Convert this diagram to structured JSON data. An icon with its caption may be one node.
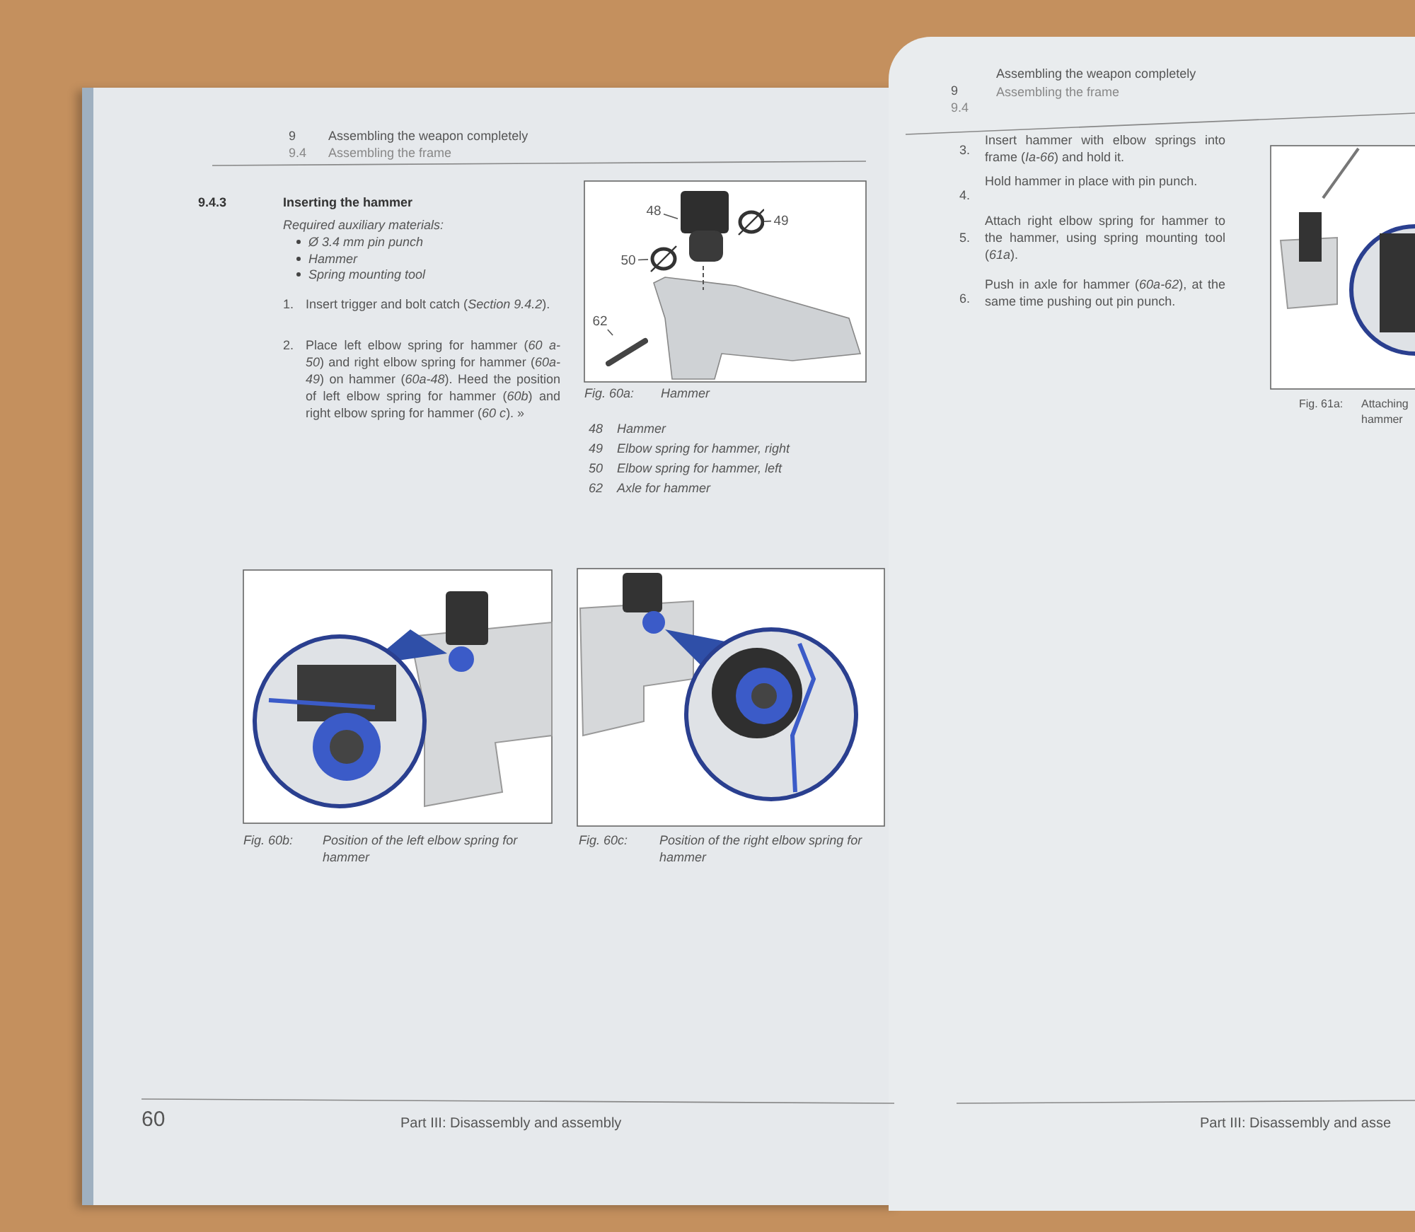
{
  "diagram": {
    "nodes": [
      {
        "text": [
          "48"
        ]
      },
      {
        "text": [],
        "shape": "box"
      },
      {
        "text": [
          "49"
        ]
      },
      {
        "text": [],
        "shape": "circle"
      },
      {
        "text": [
          "50"
        ]
      },
      {
        "text": [],
        "shape": "circle"
      },
      {
        "text": [
          "62"
        ]
      },
      {
        "text": [],
        "shape": "bar"
      }
    ],
    "edges": [
      {
        "from": 0,
        "to": 1,
        "arrow": "none"
      },
      {
        "from": 2,
        "to": 3,
        "arrow": "none"
      },
      {
        "from": 4,
        "to": 5,
        "arrow": "none"
      },
      {
        "from": 6,
        "to": 7,
        "arrow": "none"
      }
    ],
    "labels": [
      "9",
      "Assembling the weapon completely",
      "9.4",
      "Assembling the frame",
      "9.4.3",
      "Inserting the hammer",
      "Required auxiliary materials:",
      "Ø 3.4 mm pin punch",
      "Hammer",
      "Spring mounting tool",
      "1.",
      "Insert trigger and bolt catch (*Section 9.4.2*).",
      "2.",
      "Place left elbow spring for hammer (*60 a- 50*) and right elbow spring for hammer (*60a-49*) on hammer (*60a-48*). Heed the position of left elbow spring for hammer (*60b*) and right elbow spring for hammer (*60 c*). »",
      "Fig. 60a:",
      "Hammer",
      "48",
      "Hammer",
      "49",
      "Elbow spring for hammer, right",
      "50",
      "Elbow spring for hammer, left",
      "62",
      "Axle for hammer",
      "Fig. 60b:",
      "Position of the left elbow spring for hammer",
      "Fig. 60c:",
      "Position of the right elbow spring for hammer",
      "60",
      "Part III: Disassembly and assembly",
      "9",
      "Assembling the weapon completely",
      "9.4",
      "Assembling the frame",
      "3.",
      "Insert hammer with elbow springs into frame (*Ia-66*) and hold it.",
      "4.",
      "Hold hammer in place with pin punch.",
      "5.",
      "Attach right elbow spring for hammer to the hammer, using spring mounting tool (*61a*).",
      "6.",
      "Push in axle for hammer (*60a-62*), at the same time pushing out pin punch.",
      "Fig. 61a:",
      "Attaching hammer",
      "Part III: Disassembly and asse"
    ]
  }
}
